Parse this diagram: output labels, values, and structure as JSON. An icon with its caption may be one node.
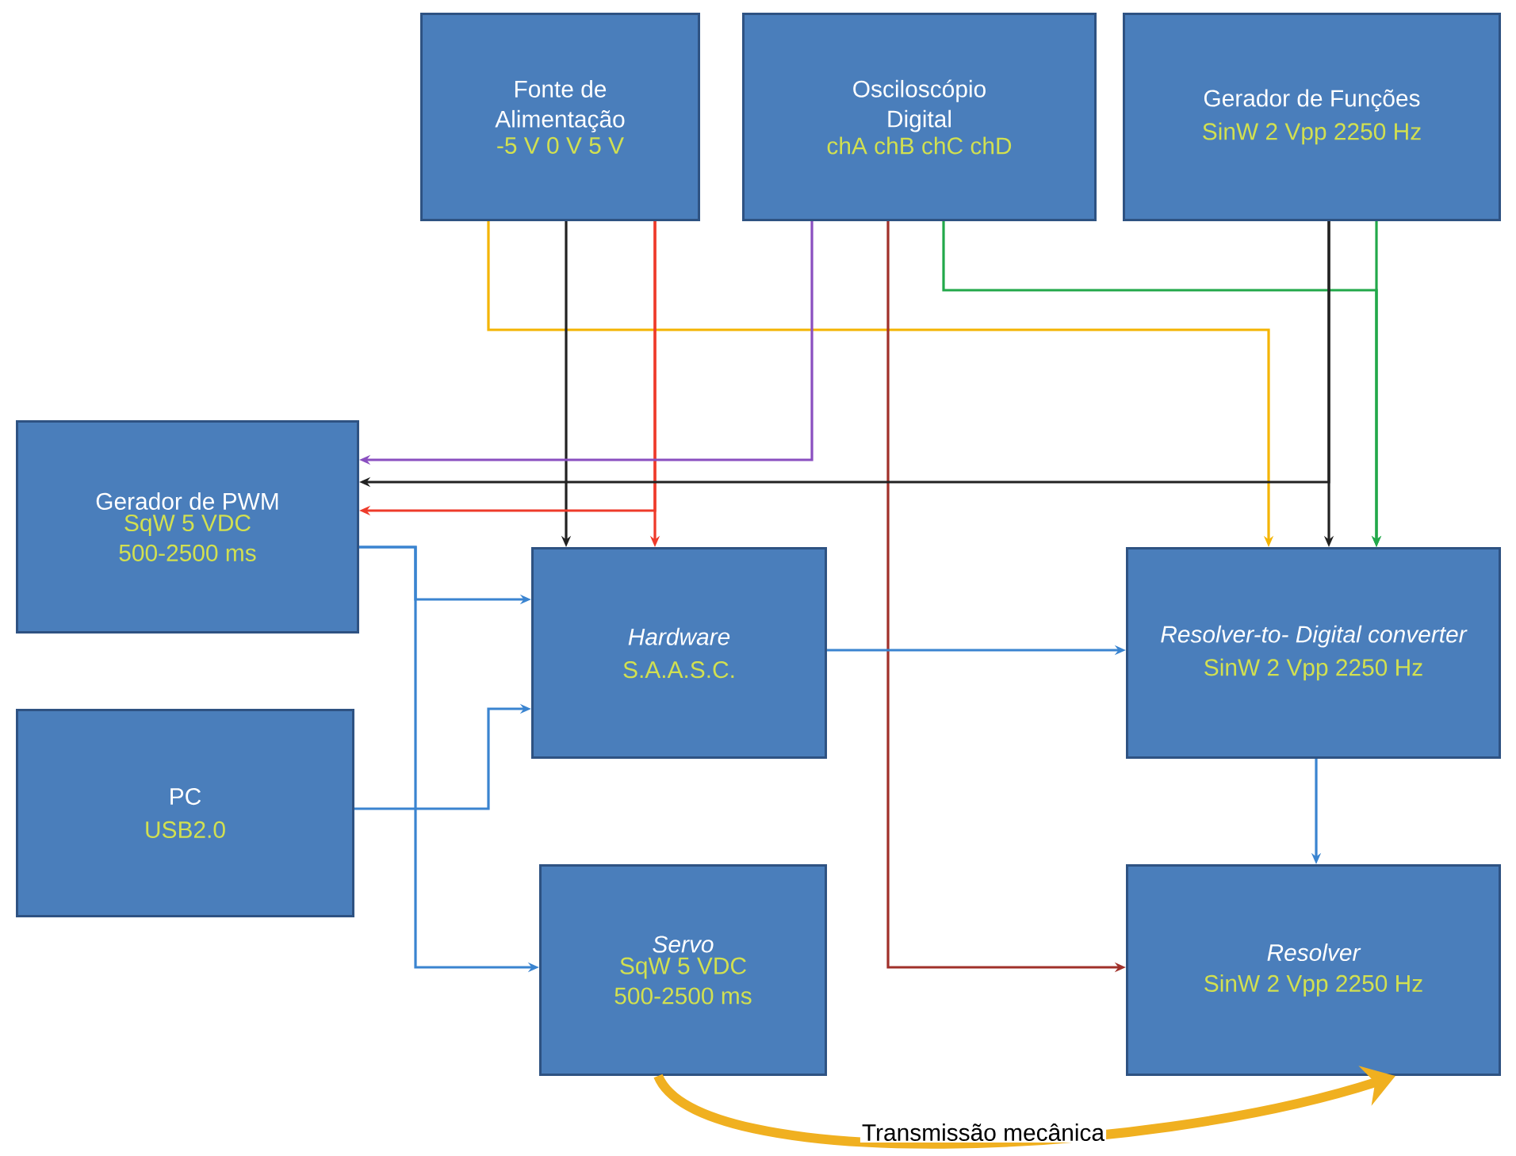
{
  "diagram": {
    "nodes": [
      {
        "text": [
          "Fonte de Alimentação",
          "-5 V  0 V  5 V"
        ]
      },
      {
        "text": [
          "Osciloscópio Digital",
          "chA chB chC chD"
        ]
      },
      {
        "text": [
          "Gerador de Funções",
          "SinW 2 Vpp 2250 Hz"
        ]
      },
      {
        "text": [
          "Gerador de PWM",
          "SqW 5 VDC 500-2500 ms"
        ]
      },
      {
        "text": [
          "Hardware",
          "S.A.A.S.C."
        ]
      },
      {
        "text": [
          "Resolver-to- Digital converter",
          "SinW 2 Vpp 2250 Hz"
        ]
      },
      {
        "text": [
          "PC",
          "USB2.0"
        ]
      },
      {
        "text": [
          "Servo",
          "SqW 5 VDC 500-2500 ms"
        ]
      },
      {
        "text": [
          "Resolver",
          "SinW 2 Vpp 2250 Hz"
        ]
      }
    ],
    "edges": [
      {
        "from": 0,
        "to": 5,
        "arrow": "to",
        "color": "#f4b400"
      },
      {
        "from": 0,
        "to": 4,
        "arrow": "to",
        "color": "#222222"
      },
      {
        "from": 0,
        "to": 4,
        "arrow": "to",
        "color": "#ee3a2a"
      },
      {
        "from": 0,
        "to": 3,
        "arrow": "to",
        "color": "#ee3a2a"
      },
      {
        "from": 1,
        "to": 3,
        "arrow": "to",
        "color": "#8a4fc0"
      },
      {
        "from": 1,
        "to": 8,
        "arrow": "to",
        "color": "#a0302a"
      },
      {
        "from": 2,
        "to": 5,
        "arrow": "to",
        "color": "#22a84a"
      },
      {
        "from": 1,
        "to": 5,
        "arrow": "to",
        "color": "#22a84a"
      },
      {
        "from": 2,
        "to": 5,
        "arrow": "to",
        "color": "#222222"
      },
      {
        "from": 2,
        "to": 3,
        "arrow": "to",
        "color": "#222222"
      },
      {
        "from": 3,
        "to": 4,
        "arrow": "to",
        "color": "#3a84d0"
      },
      {
        "from": 3,
        "to": 7,
        "arrow": "to",
        "color": "#3a84d0"
      },
      {
        "from": 6,
        "to": 4,
        "arrow": "to",
        "color": "#3a84d0"
      },
      {
        "from": 4,
        "to": 5,
        "arrow": "to",
        "color": "#3a84d0"
      },
      {
        "from": 5,
        "to": 8,
        "arrow": "to",
        "color": "#3a84d0"
      },
      {
        "from": 7,
        "to": 8,
        "arrow": "to",
        "label": "Transmissão mecânica",
        "style": "thick",
        "color": "#f0b020"
      }
    ]
  }
}
